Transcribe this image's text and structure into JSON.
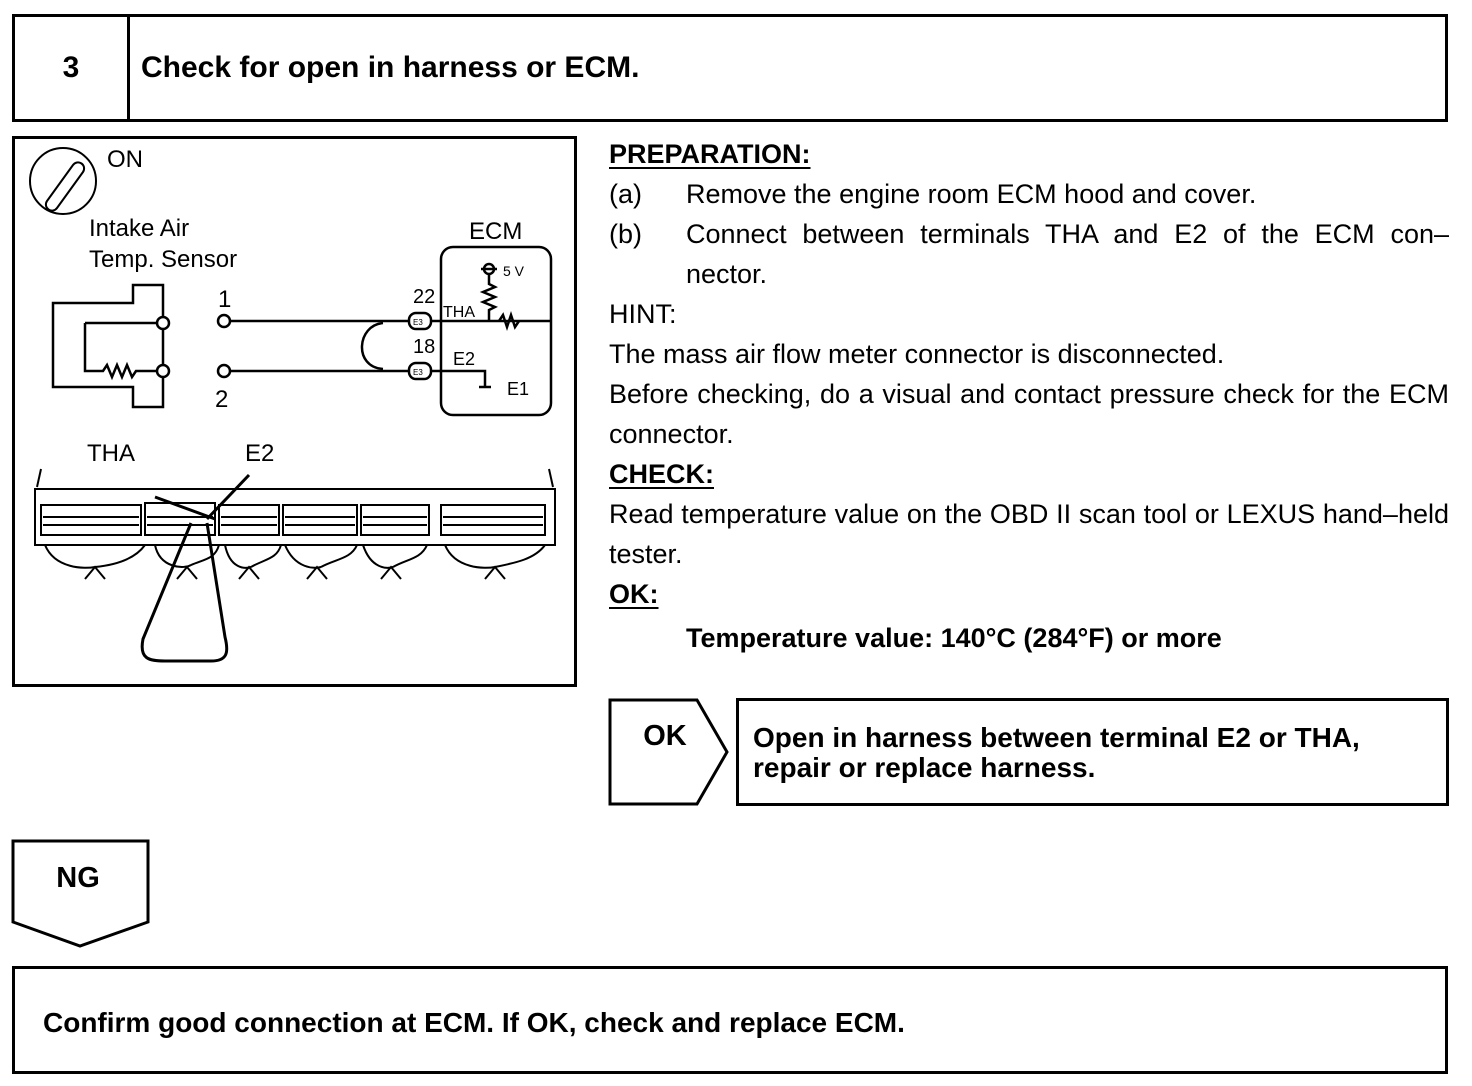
{
  "step": {
    "number": "3",
    "title": "Check for open in harness or ECM."
  },
  "diagram": {
    "ignition": "ON",
    "sensor_label_1": "Intake Air",
    "sensor_label_2": "Temp. Sensor",
    "ecm_label": "ECM",
    "voltage": "5 V",
    "pin_1": "1",
    "pin_2": "2",
    "terminal_22": "22",
    "terminal_18": "18",
    "tha_small": "THA",
    "e2_small": "E2",
    "e1": "E1",
    "connector_code_1": "E3",
    "connector_code_2": "E3",
    "tha_large": "THA",
    "e2_large": "E2"
  },
  "instructions": {
    "preparation_heading": "PREPARATION:",
    "steps": [
      {
        "label": "(a)",
        "text": "Remove the engine room ECM hood and cover."
      },
      {
        "label": "(b)",
        "text": "Connect between terminals THA and E2 of the ECM con–nector."
      }
    ],
    "hint_heading": "HINT:",
    "hint_lines": [
      "The mass air flow meter connector is disconnected.",
      "Before checking, do a visual and contact pressure check for the ECM connector."
    ],
    "check_heading": "CHECK:",
    "check_text": "Read temperature value on the OBD II scan tool or LEXUS hand–held tester.",
    "ok_heading": "OK:",
    "ok_value": "Temperature value: 140°C (284°F) or more"
  },
  "ok_result": {
    "label": "OK",
    "line_1": "Open in harness between terminal E2 or THA,",
    "line_2": "repair or replace harness."
  },
  "ng": {
    "label": "NG"
  },
  "final_action": "Confirm good connection at ECM. If OK, check and replace ECM."
}
